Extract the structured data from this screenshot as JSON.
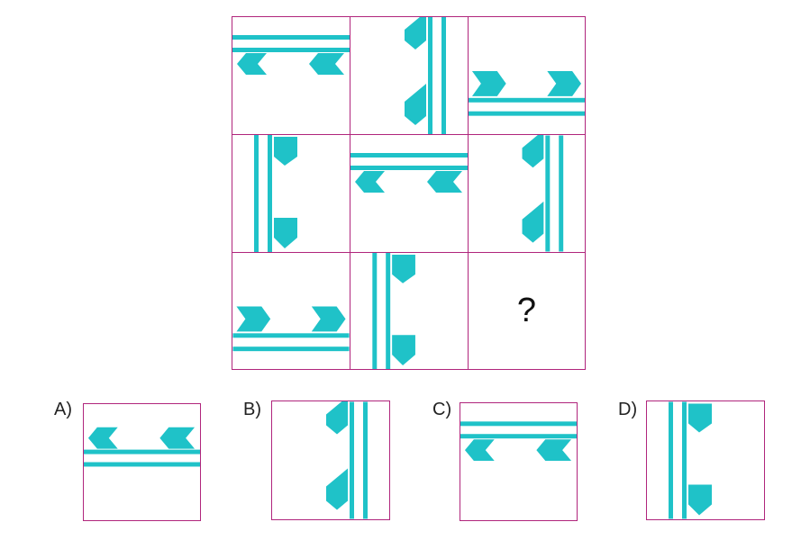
{
  "puzzle": {
    "question_mark": "?",
    "accent": "#1fc2c8",
    "border": "#b0257c"
  },
  "options": [
    {
      "label": "A)"
    },
    {
      "label": "B)"
    },
    {
      "label": "C)"
    },
    {
      "label": "D)"
    }
  ]
}
